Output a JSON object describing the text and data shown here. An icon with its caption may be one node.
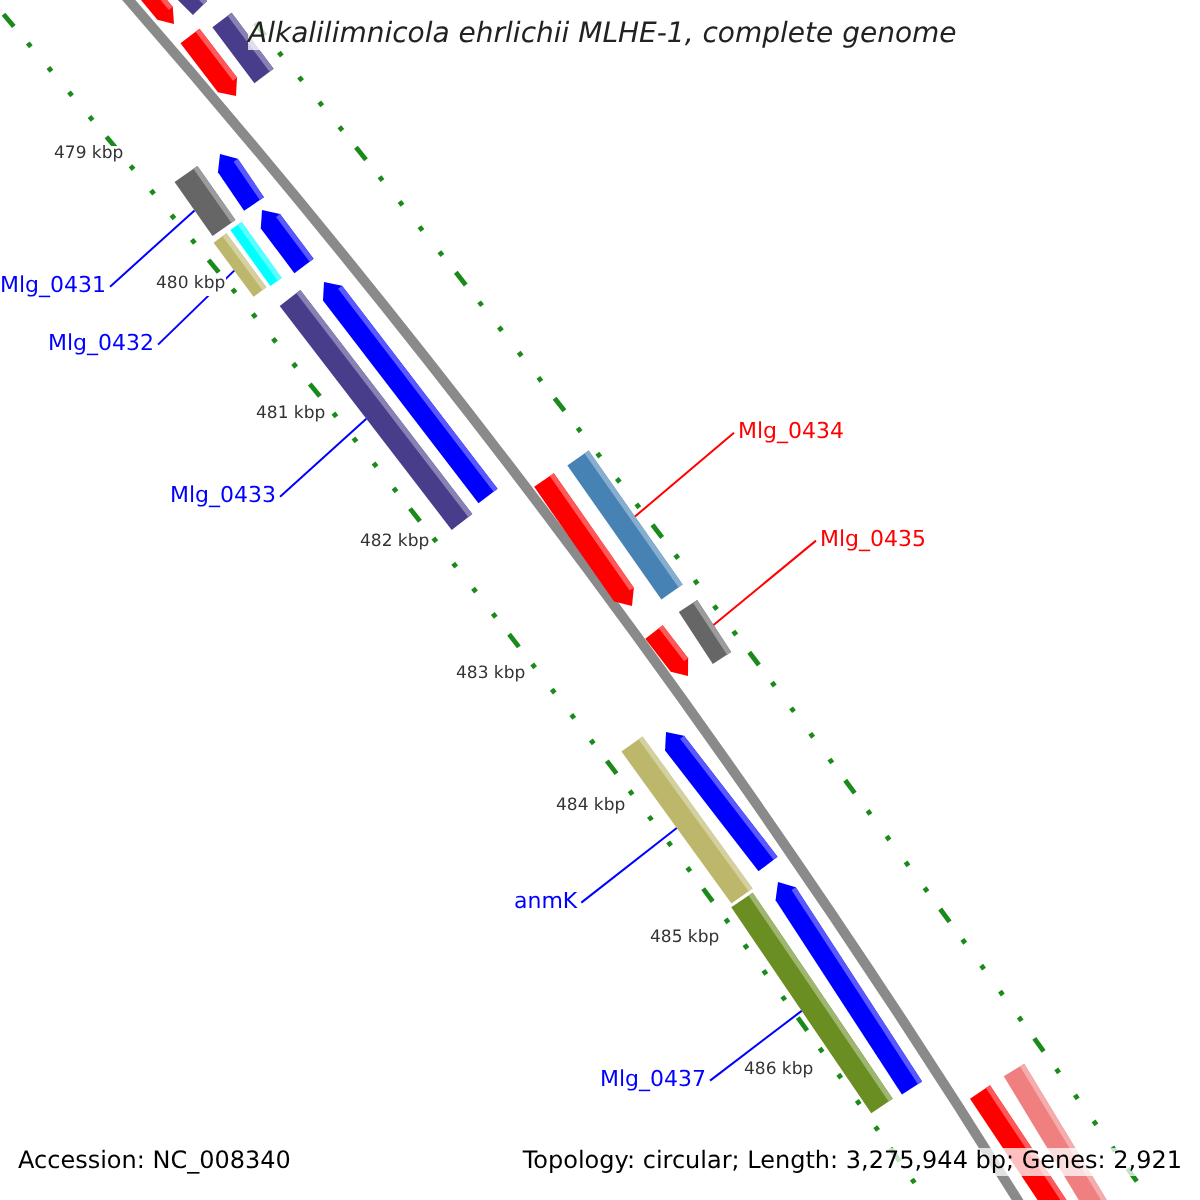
{
  "diagram": {
    "title": "Alkalilimnicola ehrlichii MLHE-1, complete genome",
    "nodes": [
      {
        "text": [
          "Mlg_0431"
        ]
      },
      {
        "text": [
          "Mlg_0432"
        ]
      },
      {
        "text": [
          "Mlg_0433"
        ]
      },
      {
        "text": [
          "Mlg_0434"
        ]
      },
      {
        "text": [
          "Mlg_0435"
        ]
      },
      {
        "text": [
          "anmK"
        ]
      },
      {
        "text": [
          "Mlg_0437"
        ]
      },
      {
        "text": [],
        "shape": "bar"
      },
      {
        "text": [],
        "shape": "bar"
      },
      {
        "text": [],
        "shape": "bar"
      },
      {
        "text": [],
        "shape": "bar"
      },
      {
        "text": [],
        "shape": "bar"
      },
      {
        "text": [],
        "shape": "bar"
      },
      {
        "text": [],
        "shape": "bar"
      }
    ],
    "edges": [
      {
        "from": 0,
        "to": 7,
        "arrow": "none"
      },
      {
        "from": 1,
        "to": 8,
        "arrow": "none"
      },
      {
        "from": 2,
        "to": 9,
        "arrow": "none"
      },
      {
        "from": 3,
        "to": 10,
        "arrow": "none",
        "color": "#ff0000"
      },
      {
        "from": 4,
        "to": 11,
        "arrow": "none",
        "color": "#ff0000"
      },
      {
        "from": 5,
        "to": 12,
        "arrow": "none"
      },
      {
        "from": 6,
        "to": 13,
        "arrow": "none"
      }
    ],
    "labels": [
      "479 kbp",
      "480 kbp",
      "481 kbp",
      "482 kbp",
      "483 kbp",
      "484 kbp",
      "485 kbp",
      "486 kbp",
      "Accession: NC_008340",
      "Topology: circular; Length: 3,275,944 bp; Genes: 2,921"
    ]
  }
}
